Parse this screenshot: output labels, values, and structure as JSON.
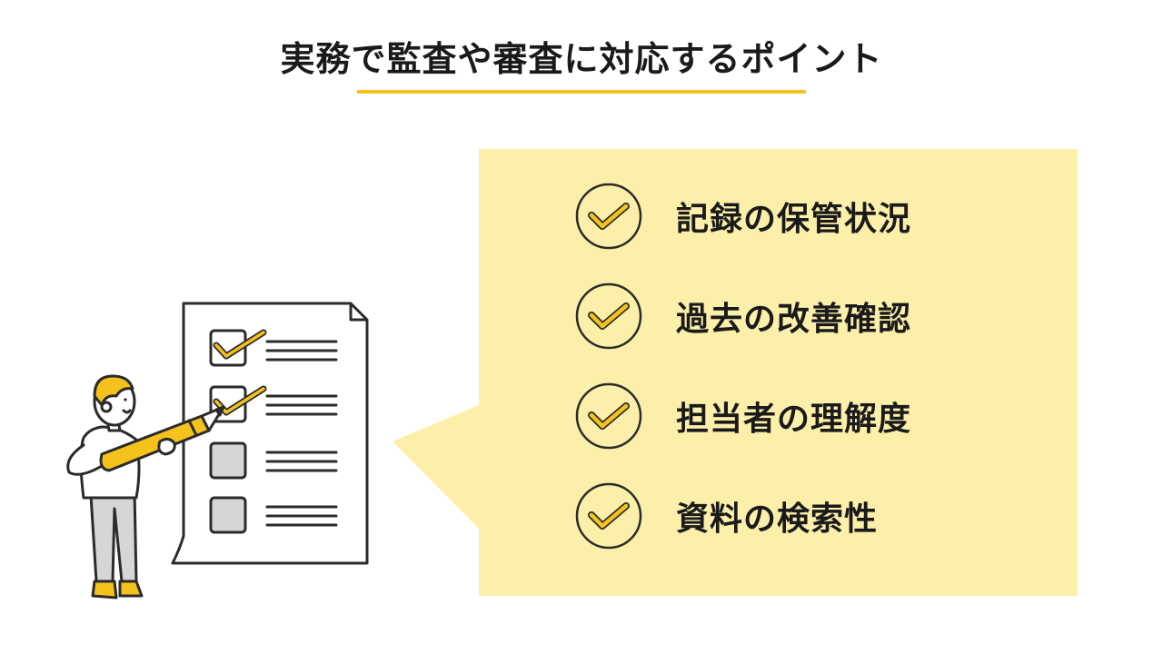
{
  "title": "実務で監査や審査に対応するポイント",
  "colors": {
    "accent": "#f5c21b",
    "panel": "#fcefa9",
    "ink": "#2b2b2b",
    "box_gray": "#d6d6d6"
  },
  "points": [
    {
      "label": "記録の保管状況",
      "icon": "check-circle-icon"
    },
    {
      "label": "過去の改善確認",
      "icon": "check-circle-icon"
    },
    {
      "label": "担当者の理解度",
      "icon": "check-circle-icon"
    },
    {
      "label": "資料の検索性",
      "icon": "check-circle-icon"
    }
  ],
  "illustration": {
    "icon": "person-with-checklist-icon",
    "checklist_items": [
      {
        "checked": true
      },
      {
        "checked": true
      },
      {
        "checked": false
      },
      {
        "checked": false
      }
    ]
  }
}
